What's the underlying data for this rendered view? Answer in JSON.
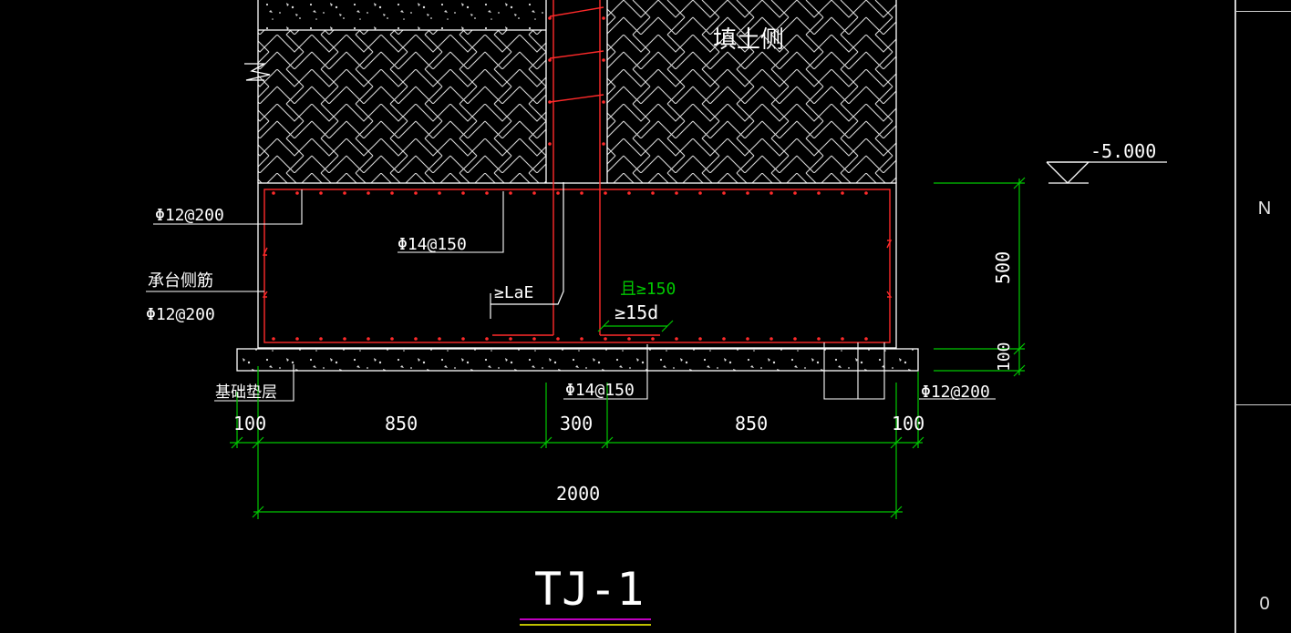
{
  "drawing": {
    "title": "TJ-1",
    "fill_side_label": "填土侧",
    "elevation": "-5.000",
    "rebar_labels": {
      "top_left": "Φ12@200",
      "top_main": "Φ14@150",
      "side_title": "承台侧筋",
      "side_spec": "Φ12@200",
      "bottom_main": "Φ14@150",
      "bottom_right": "Φ12@200"
    },
    "anchorage": {
      "lae": "≥LaE",
      "min150": "且≥150",
      "d15": "≥15d"
    },
    "cushion_label": "基础垫层",
    "dims_horizontal": [
      "100",
      "850",
      "300",
      "850",
      "100"
    ],
    "dim_total": "2000",
    "dims_vertical": [
      "500",
      "100"
    ]
  },
  "side_panel": {
    "top_label": "N",
    "bottom_label": "0"
  },
  "colors": {
    "background": "#000000",
    "outline": "#ffffff",
    "rebar": "#ff2a2a",
    "dimension": "#00c800",
    "title_underline_1": "#c000c0",
    "title_underline_2": "#ffff00"
  }
}
